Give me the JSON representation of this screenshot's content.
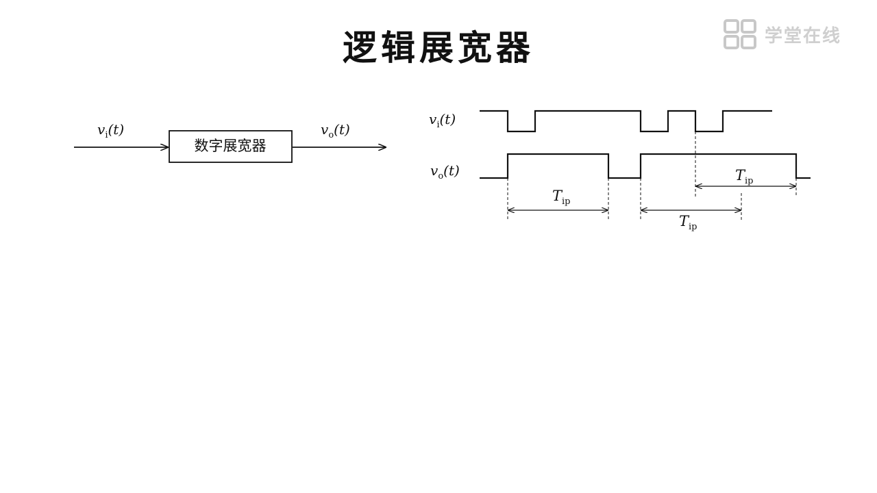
{
  "title": "逻辑展宽器",
  "watermark": {
    "text": "学堂在线",
    "icon": "logo-mark-icon"
  },
  "block_diagram": {
    "box_label": "数字展宽器",
    "input": {
      "var": "v",
      "sub": "i",
      "arg": "(t)"
    },
    "output": {
      "var": "v",
      "sub": "o",
      "arg": "(t)"
    }
  },
  "waveforms": {
    "input_signal": {
      "var": "v",
      "sub": "i",
      "arg": "(t)"
    },
    "output_signal": {
      "var": "v",
      "sub": "o",
      "arg": "(t)"
    },
    "pulse_width_label": {
      "var": "T",
      "sub": "ip"
    }
  }
}
